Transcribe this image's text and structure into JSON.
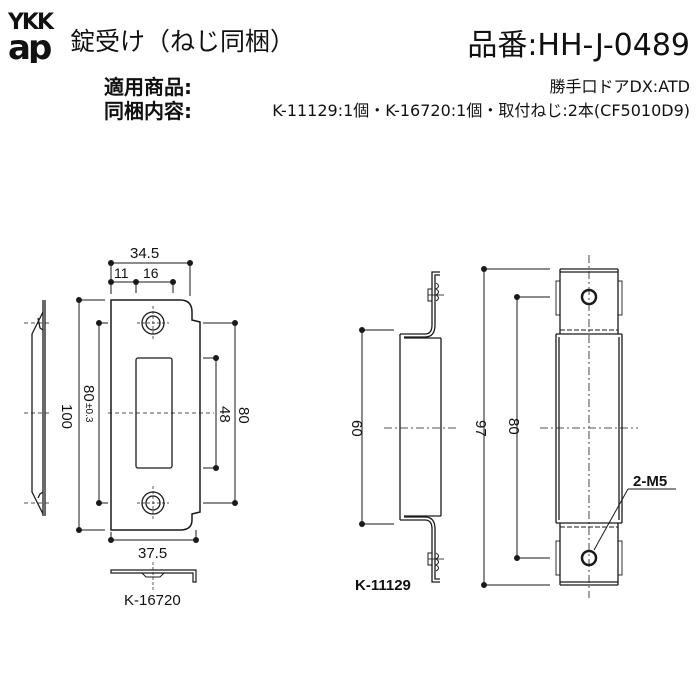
{
  "header": {
    "brand_logo": {
      "line1": "YKK",
      "line2": "ap",
      "color": "#1f7fc0"
    },
    "title": "錠受け（ねじ同梱）",
    "part_number": "品番:HH-J-0489"
  },
  "specs": [
    {
      "label": "適用商品:",
      "value": "勝手口ドアDX:ATD"
    },
    {
      "label": "同梱内容:",
      "value": "K-11129:1個・K-16720:1個・取付ねじ:2本(CF5010D9)"
    }
  ],
  "drawing": {
    "plate_view": {
      "dimensions": {
        "width_total": "34.5",
        "hole_offset_a": "11",
        "hole_offset_b": "16",
        "height_outer": "100",
        "hole_pitch_left": "80",
        "hole_pitch_tolerance": "±0.3",
        "hole_pitch_right": "80",
        "slot_height": "48",
        "bottom_width": "37.5"
      },
      "part_label": "K-16720"
    },
    "box_view": {
      "dimensions": {
        "box_depth_height": "60",
        "overall_height": "97",
        "hole_pitch": "80"
      },
      "part_label": "K-11129",
      "hole_callout": "2-M5"
    },
    "line_color": "#1a1a1a"
  }
}
